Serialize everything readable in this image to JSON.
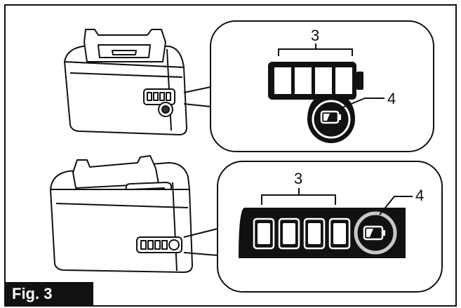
{
  "figure": {
    "label": "Fig. 3"
  },
  "callouts": {
    "top_indicator_lamps": "3",
    "top_battery_icon": "4",
    "bottom_indicator_lamps": "3",
    "bottom_battery_icon": "4"
  },
  "colors": {
    "line": "#111111",
    "background": "#ffffff",
    "panel_dark": "#111111",
    "icon_ring": "#c8c8c8"
  }
}
